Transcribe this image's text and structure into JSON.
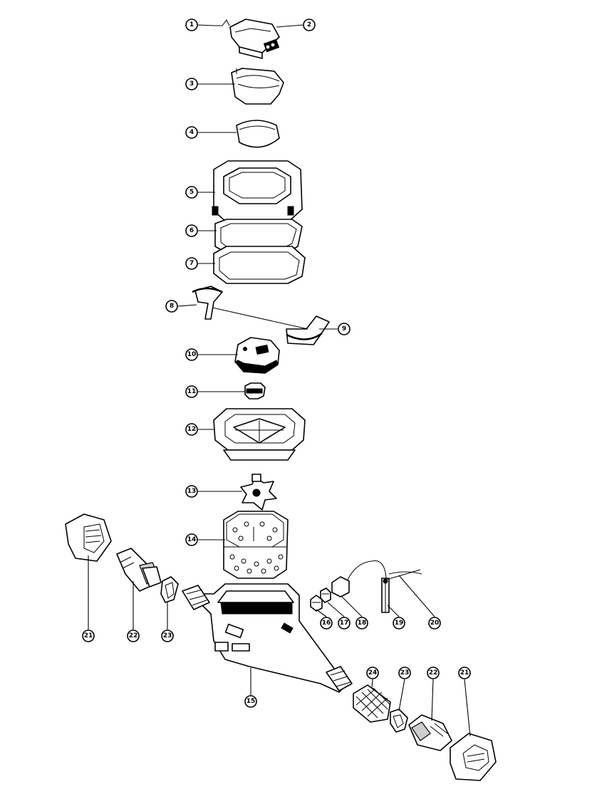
{
  "callouts": {
    "c1": "1",
    "c2": "2",
    "c3": "3",
    "c4": "4",
    "c5": "5",
    "c6": "6",
    "c7": "7",
    "c8": "8",
    "c9": "9",
    "c10": "10",
    "c11": "11",
    "c12": "12",
    "c13": "13",
    "c14": "14",
    "c15": "15",
    "c16": "16",
    "c17": "17",
    "c18": "18",
    "c19": "19",
    "c20": "20",
    "c21a": "21",
    "c21b": "21",
    "c22a": "22",
    "c22b": "22",
    "c23a": "23",
    "c23b": "23",
    "c24": "24"
  }
}
